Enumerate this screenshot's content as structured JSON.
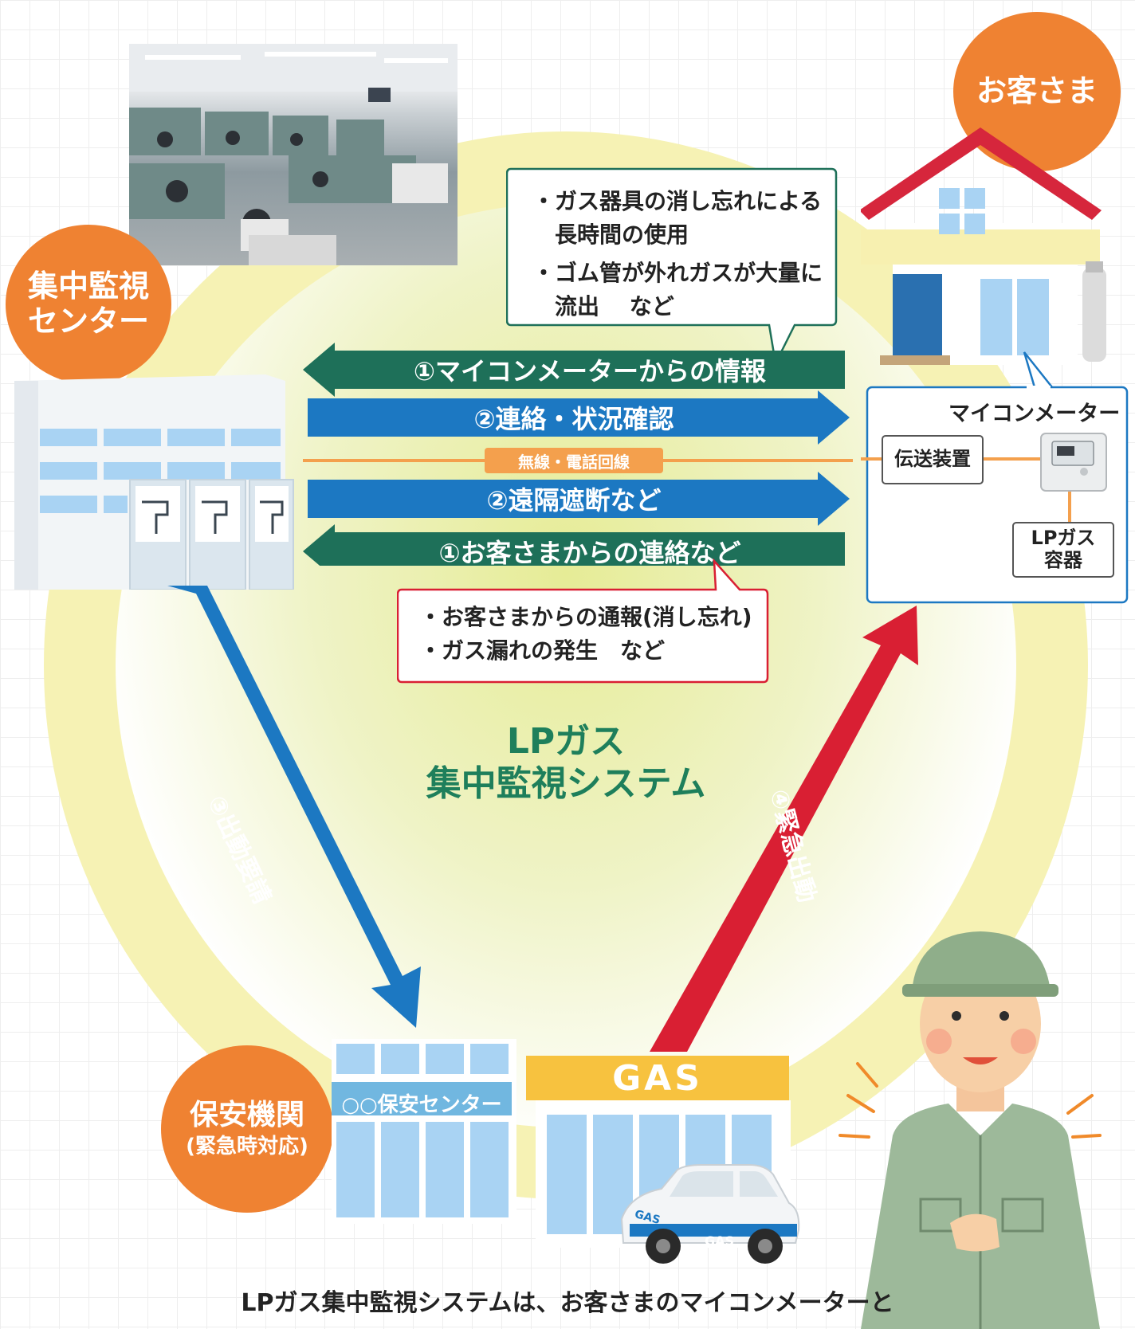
{
  "nodes": {
    "monitoring_center": {
      "line1": "集中監視",
      "line2": "センター"
    },
    "customer": {
      "label": "お客さま"
    },
    "safety_org": {
      "line1": "保安機関",
      "line2": "(緊急時対応)"
    }
  },
  "callout_meter": {
    "items": [
      "・ガス器具の消し忘れによる",
      "　長時間の使用",
      "・ゴム管が外れガスが大量に",
      "　流出　 など"
    ]
  },
  "callout_customer": {
    "items": [
      "・お客さまからの通報(消し忘れ)",
      "・ガス漏れの発生　など"
    ]
  },
  "arrows": {
    "a1_top": "①マイコンメーターからの情報",
    "a2_contact": "②連絡・状況確認",
    "line": "無線・電話回線",
    "a2_shutoff": "②遠隔遮断など",
    "a1_bottom": "①お客さまからの連絡など",
    "a3": "③出動要請",
    "a4": "④緊急出動"
  },
  "meter_box": {
    "meter_label": "マイコンメーター",
    "transmitter": "伝送装置",
    "container_line1": "LPガス",
    "container_line2": "容器"
  },
  "center_title": {
    "line1": "LPガス",
    "line2": "集中監視システム"
  },
  "buildings": {
    "safety_center_sign": "○○保安センター",
    "gas_sign": "GAS",
    "car_label": "GAS",
    "car_side": "GAS"
  },
  "caption": "LPガス集中監視システムは、お客さまのマイコンメーターと",
  "colors": {
    "green_arrow": "#1e7059",
    "blue_arrow": "#1c78c2",
    "red_arrow": "#d91f33",
    "orange": "#ef8232",
    "line": "#f4a04d"
  }
}
